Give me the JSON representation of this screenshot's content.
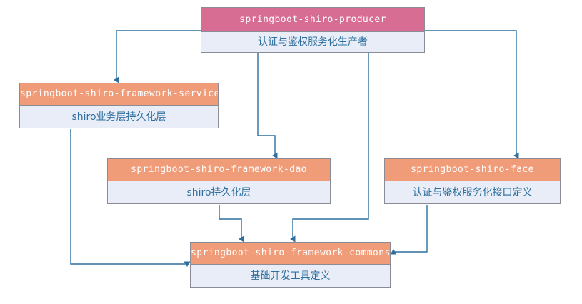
{
  "diagram": {
    "title": "springboot-shiro module dependency diagram",
    "colors": {
      "producer_header": "#d76d92",
      "module_header": "#f09c79",
      "body_background": "#e8edf7",
      "body_text": "#2e6f9e",
      "edge": "#2e6f9e",
      "border": "#8b8b95"
    },
    "nodes": [
      {
        "id": "producer",
        "name": "springboot-shiro-producer",
        "description": "认证与鉴权服务化生产者"
      },
      {
        "id": "service",
        "name": "springboot-shiro-framework-service",
        "description": "shiro业务层持久化层"
      },
      {
        "id": "dao",
        "name": "springboot-shiro-framework-dao",
        "description": "shiro持久化层"
      },
      {
        "id": "face",
        "name": "springboot-shiro-face",
        "description": "认证与鉴权服务化接口定义"
      },
      {
        "id": "commons",
        "name": "springboot-shiro-framework-commons",
        "description": "基础开发工具定义"
      }
    ],
    "edges": [
      {
        "from": "producer",
        "to": "service"
      },
      {
        "from": "producer",
        "to": "face"
      },
      {
        "from": "producer",
        "to": "dao"
      },
      {
        "from": "producer",
        "to": "commons"
      },
      {
        "from": "service",
        "to": "commons"
      },
      {
        "from": "dao",
        "to": "commons"
      },
      {
        "from": "face",
        "to": "commons"
      }
    ]
  }
}
